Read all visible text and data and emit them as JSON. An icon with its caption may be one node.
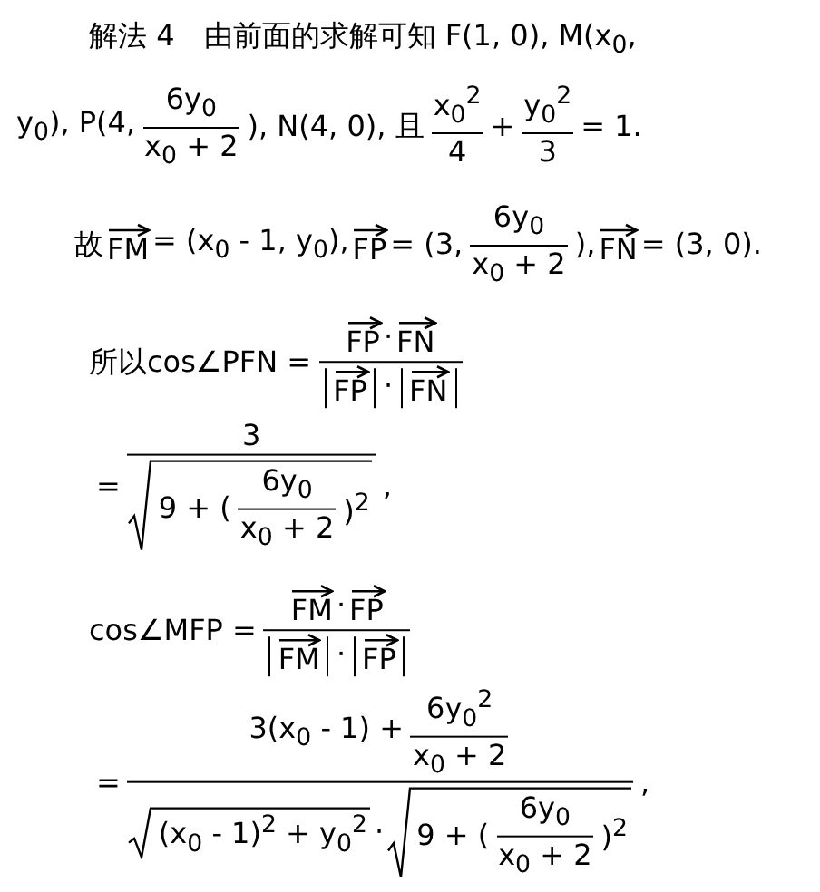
{
  "diagram": {
    "labels": [
      "解法 4　由前面的求解可知 F(1, 0), M(x$_{0}$,",
      "y$_{0}$), P(4,",
      "6y$_{0}$",
      "x$_{0}$ + 2",
      "), N(4, 0), 且",
      "x$_{0}$$^{2}$",
      "4",
      "+",
      "y$_{0}$$^{2}$",
      "3",
      "= 1.",
      "故",
      "FM",
      "= (x$_{0}$ - 1, y$_{0}$),",
      "FP",
      "= (3,",
      "6y$_{0}$",
      "x$_{0}$ + 2",
      "),",
      "FN",
      "= (3, 0).",
      "所以cos∠PFN =",
      "FP",
      "·",
      "FN",
      "FP",
      "·",
      "FN",
      "=",
      "3",
      "9 + (",
      "6y$_{0}$",
      "x$_{0}$ + 2",
      ")$^{2}$",
      ",",
      "cos∠MFP =",
      "FM",
      "·",
      "FP",
      "FM",
      "·",
      "FP",
      "=",
      "3(x$_{0}$ - 1) +",
      "6y$_{0}$$^{2}$",
      "x$_{0}$ + 2",
      "(x$_{0}$ - 1)$^{2}$ + y$_{0}$$^{2}$",
      "·",
      "9 + (",
      "6y$_{0}$",
      "x$_{0}$ + 2",
      ")$^{2}$",
      ","
    ]
  }
}
